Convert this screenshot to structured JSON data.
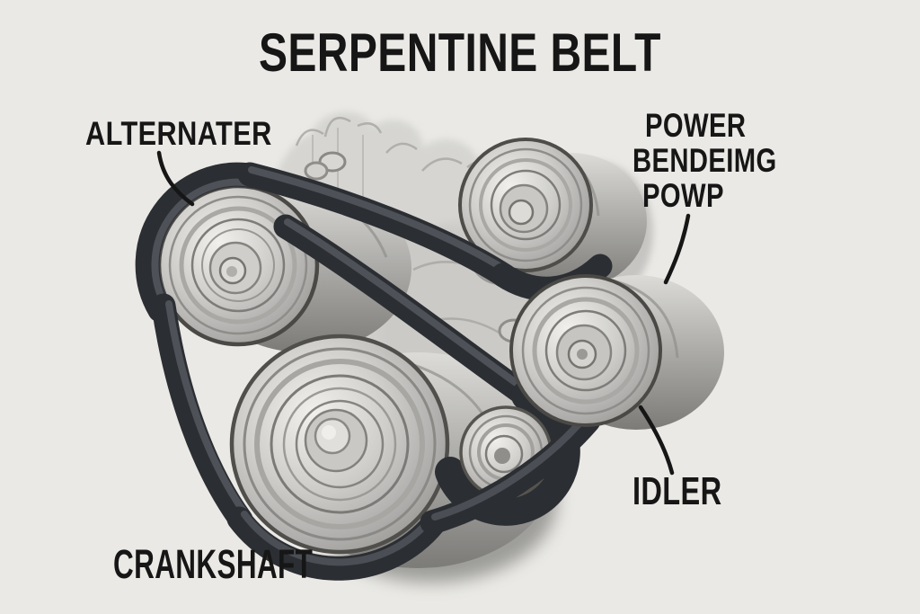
{
  "title": "SERPENTINE BELT",
  "labels": {
    "alternator": "ALTERNATER",
    "power_steering_pump": {
      "line1": "POWER",
      "line2": "BENDEIMG",
      "line3": "POWP"
    },
    "idler": "IDLER",
    "crankshaft": "CRANKSHAFT"
  },
  "colors": {
    "background": "#eae9e5",
    "belt": "#2b2e32",
    "belt_highlight": "#575b61",
    "metal_light": "#e8e7e4",
    "metal_mid": "#b4b3b0",
    "metal_dark": "#84837f",
    "label_text": "#161616",
    "leader_line": "#161616"
  }
}
